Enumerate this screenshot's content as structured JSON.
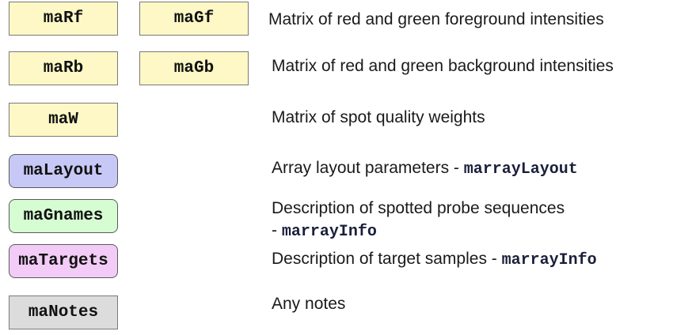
{
  "slots": {
    "maRf": {
      "label": "maRf",
      "color": "#fdf8c6"
    },
    "maGf": {
      "label": "maGf",
      "color": "#fdf8c6"
    },
    "maRb": {
      "label": "maRb",
      "color": "#fdf8c6"
    },
    "maGb": {
      "label": "maGb",
      "color": "#fdf8c6"
    },
    "maW": {
      "label": "maW",
      "color": "#fdf8c6"
    },
    "maLayout": {
      "label": "maLayout",
      "color": "#c8c8f6"
    },
    "maGnames": {
      "label": "maGnames",
      "color": "#d6fcd2"
    },
    "maTargets": {
      "label": "maTargets",
      "color": "#f2ccf6"
    },
    "maNotes": {
      "label": "maNotes",
      "color": "#dcdcdc"
    }
  },
  "descriptions": {
    "foreground": {
      "text": "Matrix of red and green foreground intensities"
    },
    "background": {
      "text": "Matrix of red and green background intensities"
    },
    "weights": {
      "text": "Matrix of spot quality weights"
    },
    "layout": {
      "text": "Array layout parameters - ",
      "code": "marrayLayout"
    },
    "gnames": {
      "line1": "Description of spotted probe sequences",
      "prefix": "- ",
      "code": "marrayInfo"
    },
    "targets": {
      "text": "Description of target samples - ",
      "code": "marrayInfo"
    },
    "notes": {
      "text": "Any notes"
    }
  }
}
